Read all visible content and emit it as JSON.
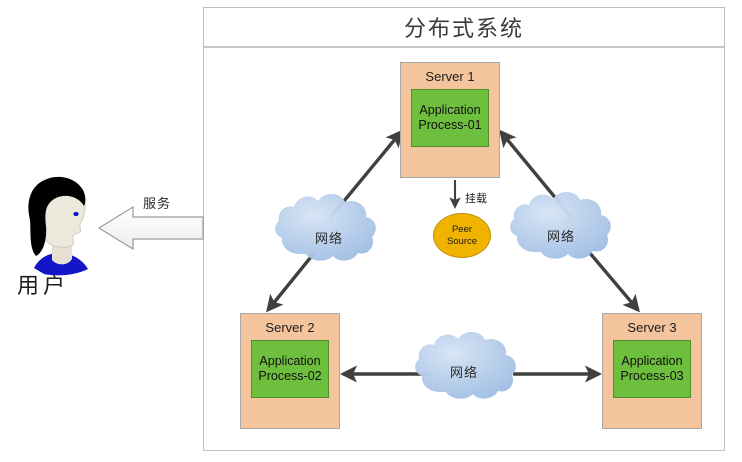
{
  "panel": {
    "title": "分布式系统"
  },
  "actor": {
    "icon": "user-person-icon",
    "label": "用户"
  },
  "service_flow": {
    "label": "服务",
    "direction": "left",
    "style": "hollow-block-arrow"
  },
  "servers": [
    {
      "id": "server-1",
      "label": "Server 1",
      "process": {
        "line1": "Application",
        "line2": "Process-01"
      }
    },
    {
      "id": "server-2",
      "label": "Server 2",
      "process": {
        "line1": "Application",
        "line2": "Process-02"
      }
    },
    {
      "id": "server-3",
      "label": "Server 3",
      "process": {
        "line1": "Application",
        "line2": "Process-03"
      }
    }
  ],
  "peer_source": {
    "line1": "Peer",
    "line2": "Source",
    "mount_label": "挂载"
  },
  "clouds": [
    {
      "id": "cloud-left",
      "label": "网络"
    },
    {
      "id": "cloud-right",
      "label": "网络"
    },
    {
      "id": "cloud-bottom",
      "label": "网络"
    }
  ],
  "colors": {
    "server_fill": "#f4c49c",
    "server_border": "#a8a8a8",
    "process_fill": "#6fbf3f",
    "process_border": "#4e8f2b",
    "peer_source_fill": "#f0b400",
    "peer_source_border": "#c08e00",
    "cloud_fill": "#a9c7e8",
    "arrow": "#404040",
    "panel_border": "#bfbfbf",
    "hair": "#000000",
    "skin": "#ece8dc",
    "collar": "#1414c8"
  }
}
